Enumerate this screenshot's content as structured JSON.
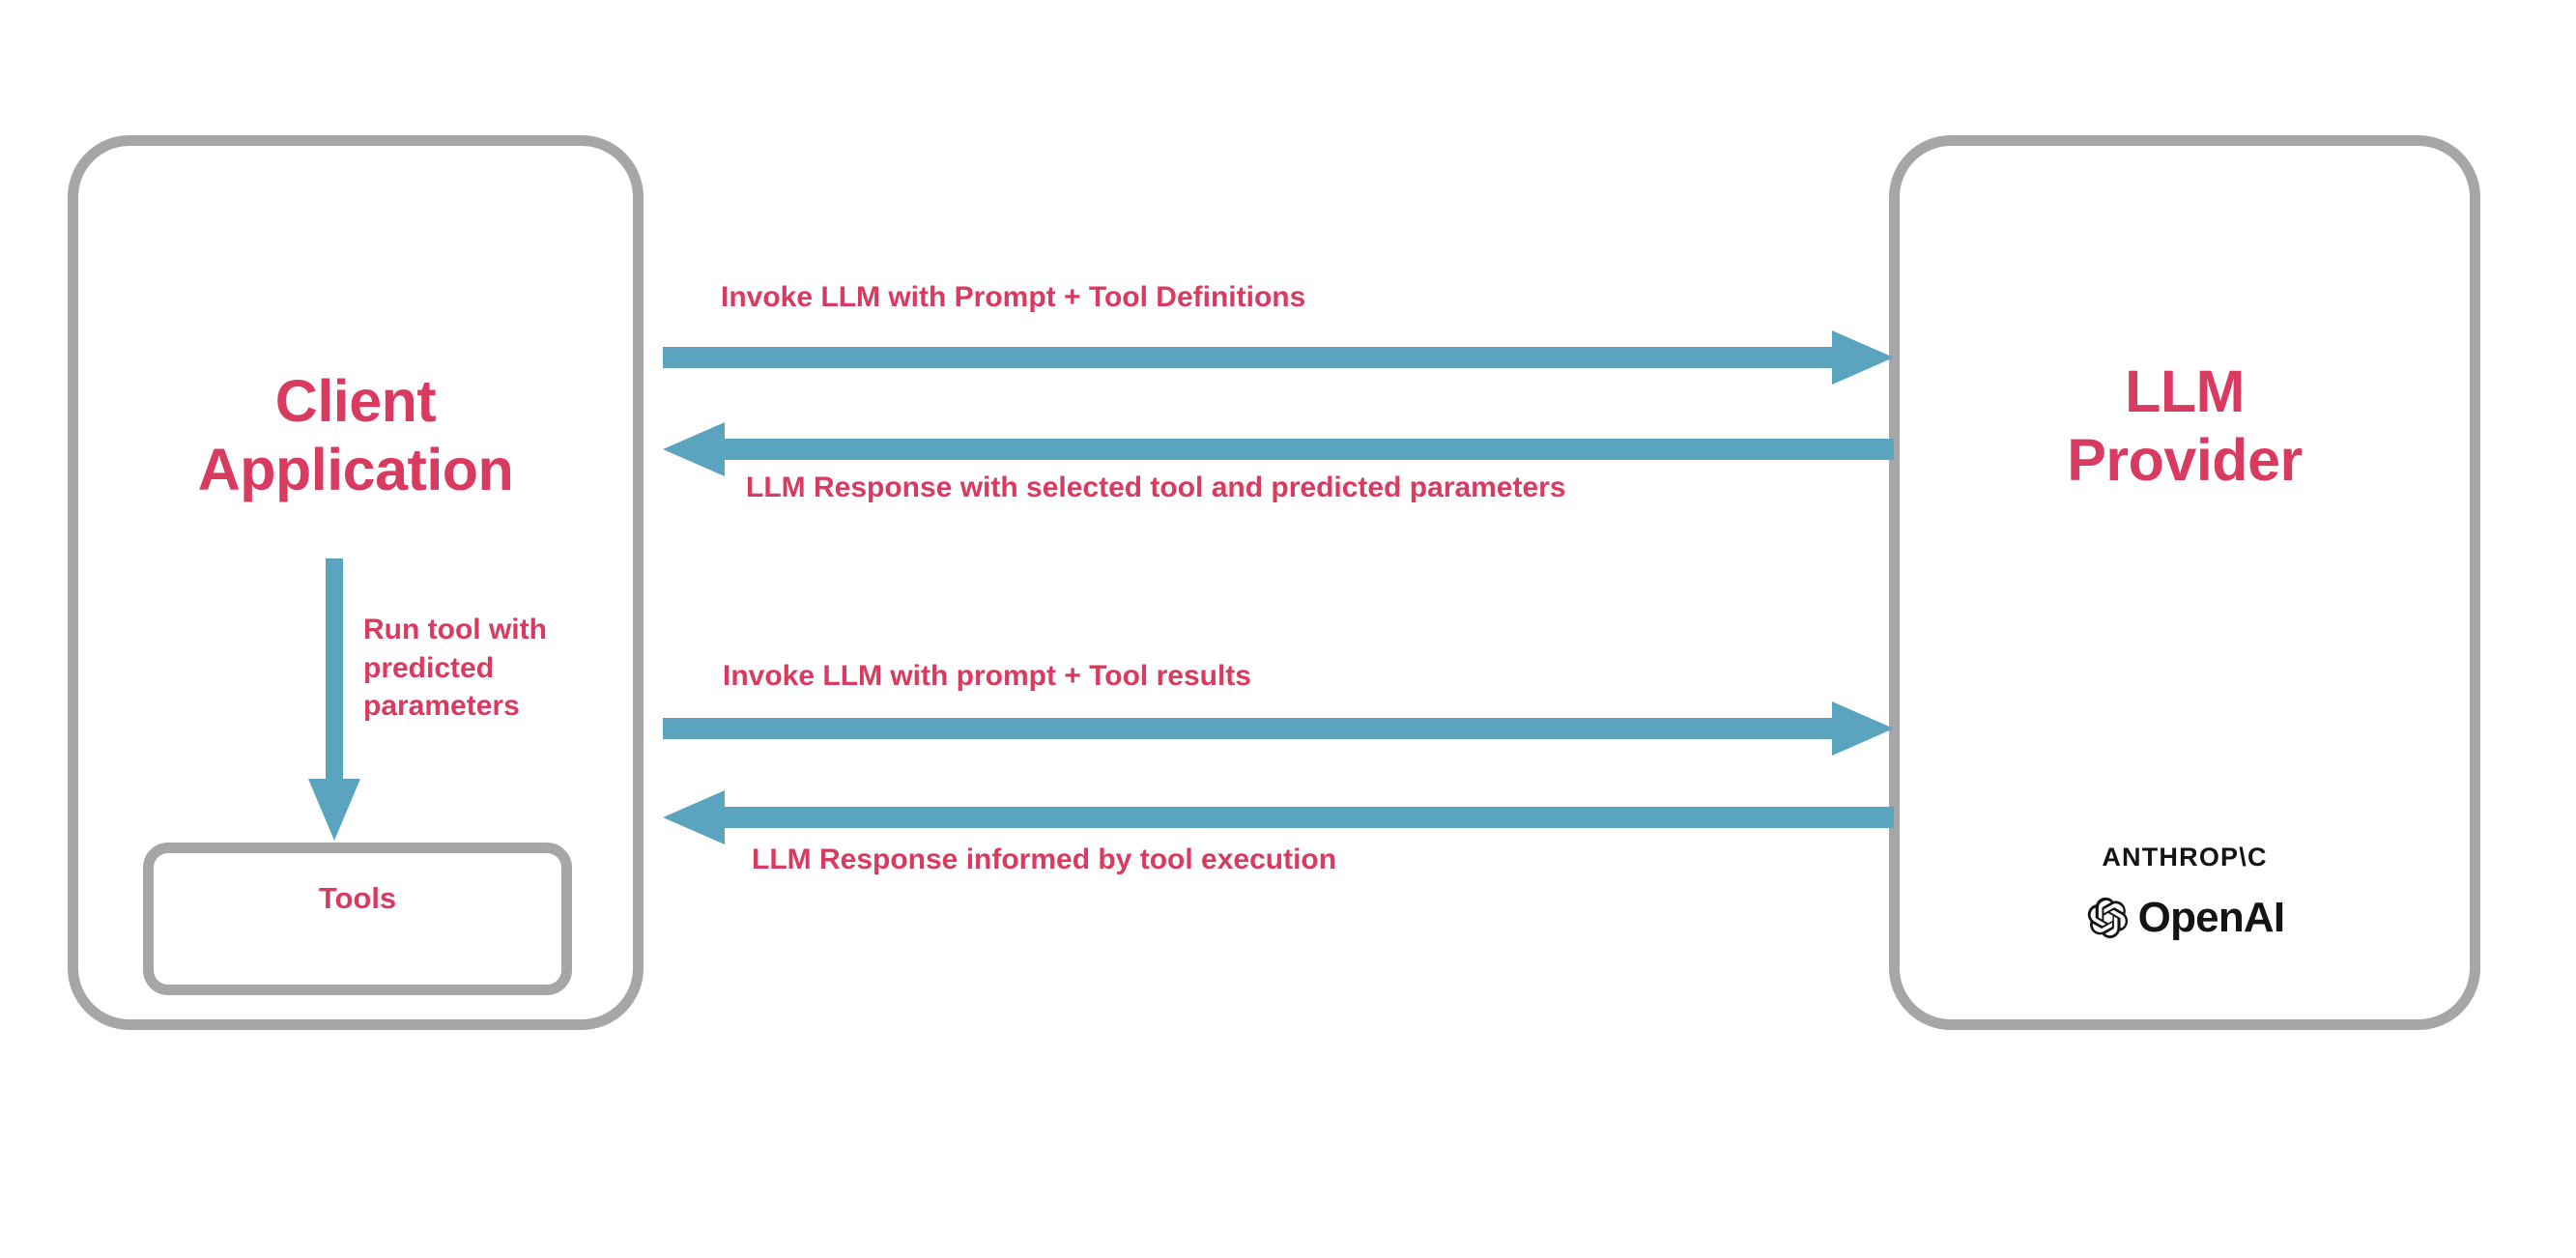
{
  "diagram": {
    "title": "LLM tool-calling sequence between client application and LLM provider",
    "colors": {
      "accent_text": "#d93a60",
      "arrow": "#5ba4c0",
      "border": "#a6a6a6",
      "background": "#ffffff",
      "logo": "#141414"
    },
    "nodes": {
      "client": {
        "label": "Client\nApplication",
        "tools": {
          "label": "Tools"
        }
      },
      "llm": {
        "label": "LLM\nProvider",
        "vendors": [
          {
            "name": "anthropic",
            "label": "ANTHROP\\C"
          },
          {
            "name": "openai",
            "label": "OpenAI",
            "icon": "openai-knot-icon"
          }
        ]
      }
    },
    "flows": [
      {
        "id": "invoke-with-tool-definitions",
        "label": "Invoke LLM with Prompt + Tool Definitions",
        "direction": "client-to-llm"
      },
      {
        "id": "llm-response-selected-tool",
        "label": "LLM Response with selected tool and predicted parameters",
        "direction": "llm-to-client"
      },
      {
        "id": "invoke-with-tool-results",
        "label": "Invoke LLM with prompt + Tool results",
        "direction": "client-to-llm"
      },
      {
        "id": "llm-response-informed",
        "label": "LLM Response informed by tool execution",
        "direction": "llm-to-client"
      }
    ],
    "internal_flow": {
      "id": "run-tool",
      "label": "Run tool with\npredicted\nparameters",
      "direction": "down"
    }
  }
}
